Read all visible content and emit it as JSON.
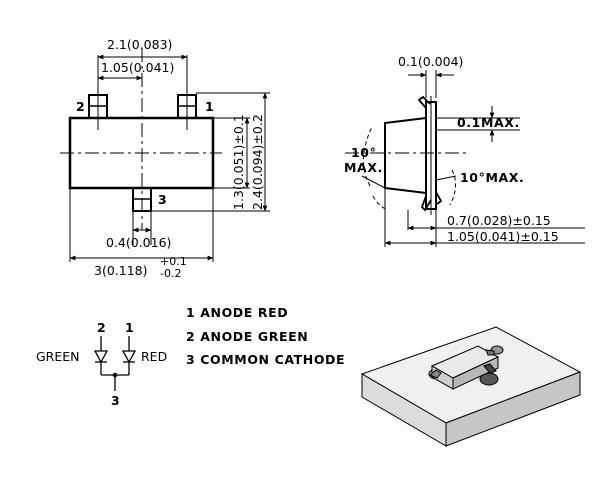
{
  "top_view": {
    "dim_width_leads": "2.1(0.083)",
    "dim_pitch": "1.05(0.041)",
    "pin_left": "2",
    "pin_right": "1",
    "pin_bottom": "3",
    "dim_body_height": "1.3(0.051)±0.1",
    "dim_total_height": "2.4(0.094)±0.2",
    "dim_lead_width": "0.4(0.016)",
    "dim_body_length_base": "3(0.118)",
    "dim_body_length_tol_plus": "+0.1",
    "dim_body_length_tol_minus": "-0.2"
  },
  "side_view": {
    "dim_lead_thickness": "0.1(0.004)",
    "dim_standoff": "0.1MAX.",
    "angle_left_line1": "10°",
    "angle_left_line2": "MAX.",
    "angle_right": "10°MAX.",
    "dim_foot_length": "0.7(0.028)±0.15",
    "dim_lead_span": "1.05(0.041)±0.15"
  },
  "pinout": {
    "items": [
      "1 ANODE RED",
      "2 ANODE GREEN",
      "3 COMMON CATHODE"
    ]
  },
  "schematic": {
    "pin2": "2",
    "pin1": "1",
    "pin3": "3",
    "label_left": "GREEN",
    "label_right": "RED"
  }
}
